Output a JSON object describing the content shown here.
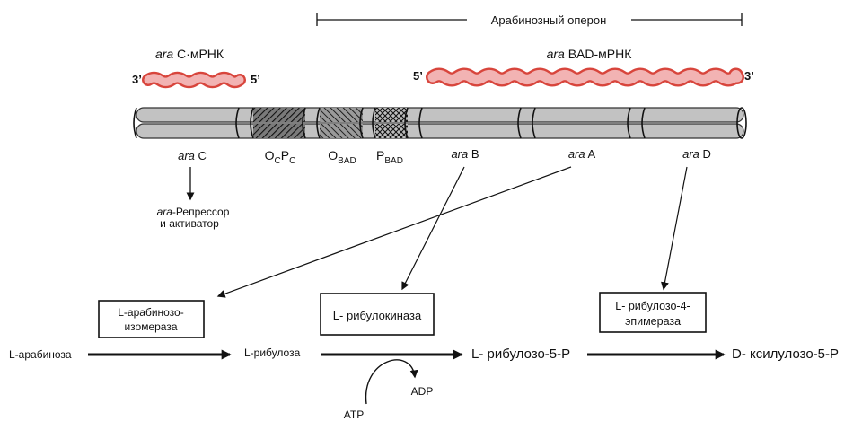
{
  "operon": {
    "title": "Арабинозный оперон"
  },
  "mrna_left": {
    "gene_prefix": "ara",
    "label": " С·мРНК",
    "end_3": "3’",
    "end_5": "5’"
  },
  "mrna_right": {
    "gene_prefix": "ara",
    "label": " BAD-мРНК",
    "end_5": "5’",
    "end_3": "3’"
  },
  "regions": {
    "ara_c": {
      "prefix": "ara",
      "name": " C"
    },
    "ocpc": {
      "o": "O",
      "o_sub": "C",
      "p": "P",
      "p_sub": "C"
    },
    "obad": {
      "o": "O",
      "o_sub": "BAD"
    },
    "pbad": {
      "p": "P",
      "p_sub": "BAD"
    },
    "ara_b": {
      "prefix": "ara",
      "name": " B"
    },
    "ara_a": {
      "prefix": "ara",
      "name": " A"
    },
    "ara_d": {
      "prefix": "ara",
      "name": " D"
    }
  },
  "repressor": {
    "prefix": "ara",
    "line1": "-Репрессор",
    "line2": "и активатор"
  },
  "enzymes": {
    "isomerase": {
      "line1": "L-арабинозо-",
      "line2": "изомераза"
    },
    "kinase": {
      "line1": "L- рибулокиназа"
    },
    "epimerase": {
      "line1": "L- рибулозо-4-",
      "line2": "эпимераза"
    }
  },
  "pathway": {
    "arabinose": "L-арабиноза",
    "ribulose": "L-рибулоза",
    "ribulose5p": "L- рибулозо-5-Р",
    "xylulose5p": "D- ксилулозо-5-Р",
    "atp": "ATP",
    "adp": "ADP"
  },
  "colors": {
    "mrna_fill": "#f2b3b3",
    "mrna_stroke": "#d8453c",
    "dna_fill": "#c2c2c2",
    "ink": "#111111"
  }
}
